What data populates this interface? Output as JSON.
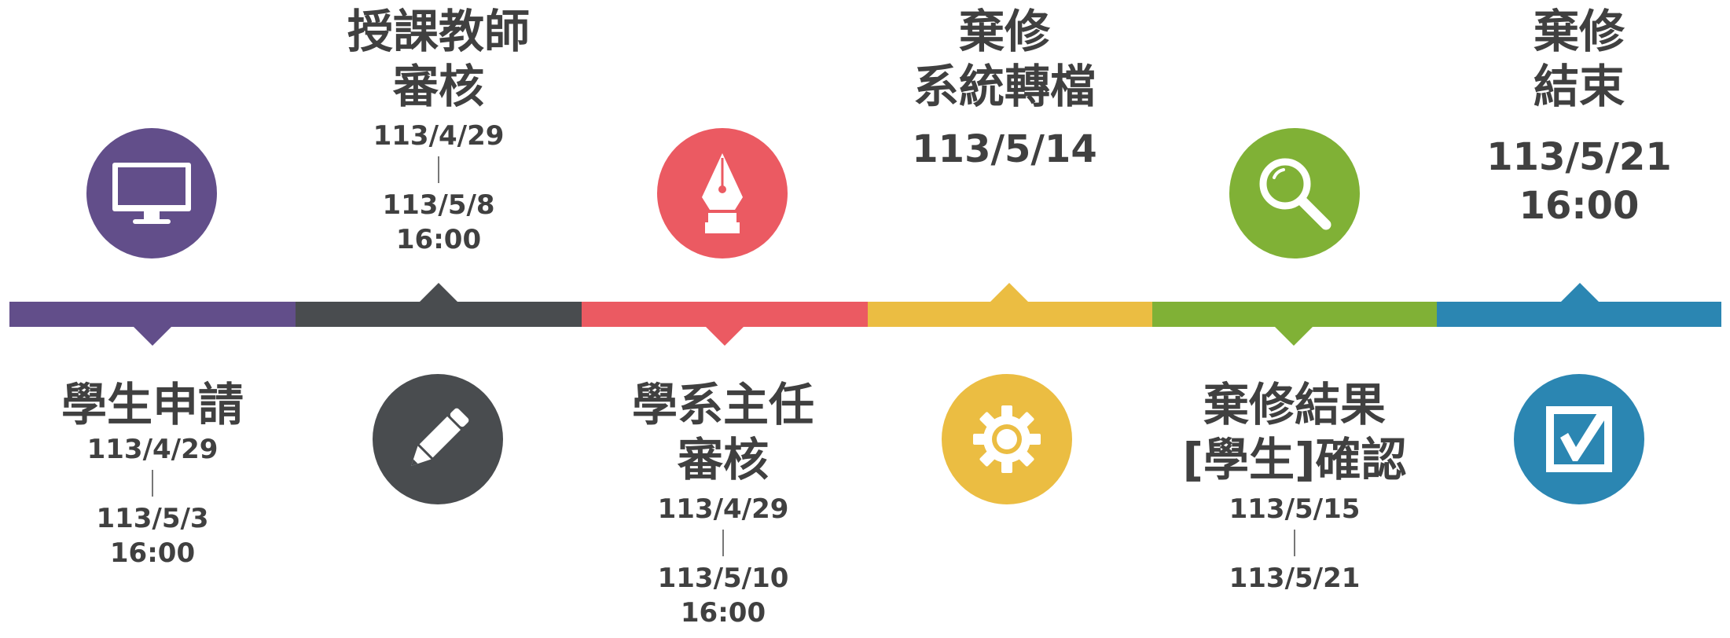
{
  "colors": {
    "purple": "#624E8A",
    "darkgray": "#494C4F",
    "red": "#EB5A62",
    "yellow": "#EBBD42",
    "green": "#80B136",
    "blue": "#2B86B2"
  },
  "steps": [
    {
      "title_lines": [
        "學生申請"
      ],
      "date_start": "113/4/29",
      "date_end": "113/5/3",
      "time": "16:00",
      "icon": "monitor-icon"
    },
    {
      "title_lines": [
        "授課教師",
        "審核"
      ],
      "date_start": "113/4/29",
      "date_end": "113/5/8",
      "time": "16:00",
      "icon": "pencil-icon"
    },
    {
      "title_lines": [
        "學系主任",
        "審核"
      ],
      "date_start": "113/4/29",
      "date_end": "113/5/10",
      "time": "16:00",
      "icon": "pen-nib-icon"
    },
    {
      "title_lines": [
        "棄修",
        "系統轉檔"
      ],
      "date": "113/5/14",
      "icon": "gear-icon"
    },
    {
      "title_lines": [
        "棄修結果",
        "[學生]確認"
      ],
      "date_start": "113/5/15",
      "date_end": "113/5/21",
      "icon": "magnifier-icon"
    },
    {
      "title_lines": [
        "棄修",
        "結束"
      ],
      "date": "113/5/21",
      "time": "16:00",
      "icon": "checkbox-icon"
    }
  ]
}
